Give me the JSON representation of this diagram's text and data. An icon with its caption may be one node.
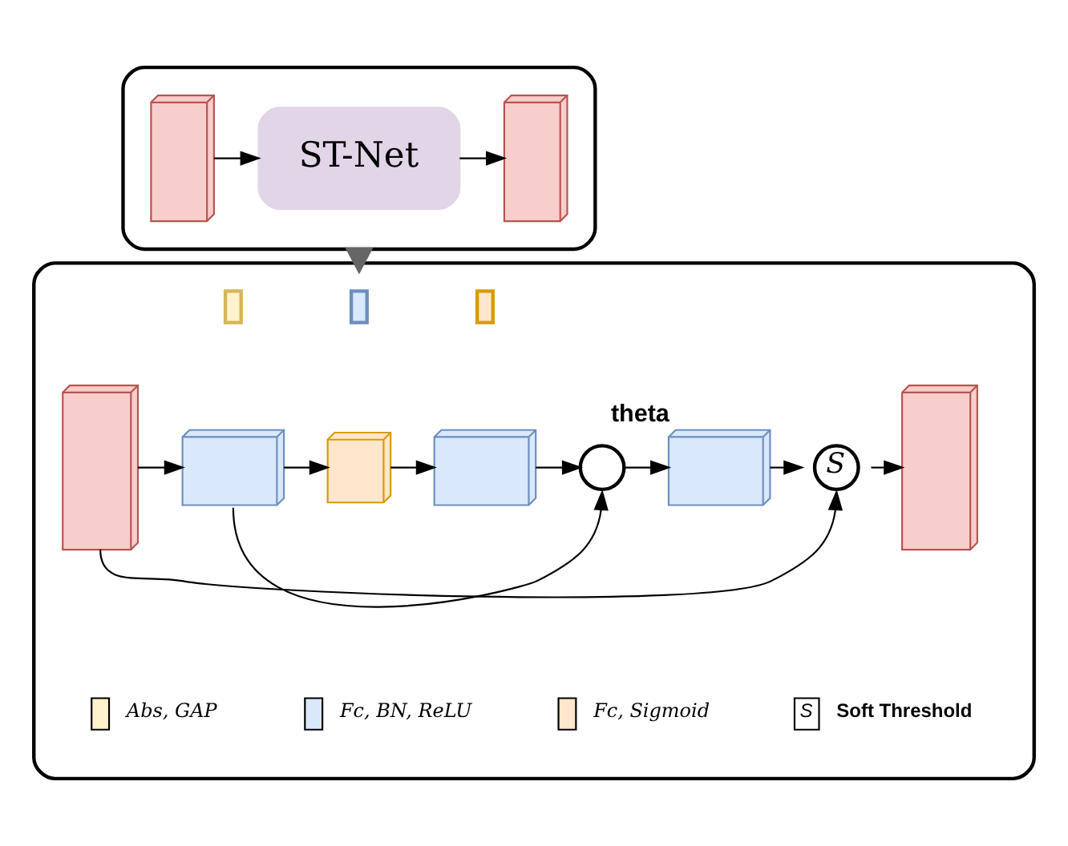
{
  "diagram": {
    "nodes": [
      {
        "text": [],
        "shape": "box"
      },
      {
        "text": [],
        "shape": "box",
        "in": 0
      },
      {
        "text": [
          "ST-Net"
        ],
        "in": 0
      },
      {
        "text": [],
        "shape": "box",
        "in": 0
      },
      {
        "text": [],
        "shape": "box"
      },
      {
        "text": [],
        "shape": "box",
        "in": 4
      },
      {
        "text": [],
        "shape": "bar",
        "in": 4
      },
      {
        "text": [],
        "shape": "box",
        "in": 4
      },
      {
        "text": [],
        "shape": "bar",
        "in": 4
      },
      {
        "text": [],
        "shape": "box",
        "in": 4
      },
      {
        "text": [],
        "shape": "bar",
        "in": 4
      },
      {
        "text": [],
        "shape": "box",
        "in": 4
      },
      {
        "text": [],
        "shape": "circle",
        "in": 4
      },
      {
        "text": [],
        "shape": "box",
        "in": 4,
        "beside": [
          "theta"
        ]
      },
      {
        "text": [
          "S"
        ],
        "in": 4
      },
      {
        "text": [],
        "shape": "box",
        "in": 4
      }
    ],
    "edges": [
      {
        "from": 1,
        "to": 2,
        "arrow": "to"
      },
      {
        "from": 2,
        "to": 3,
        "arrow": "to"
      },
      {
        "from": 0,
        "to": 4,
        "arrow": "to",
        "style": "thick",
        "color": "#666666"
      },
      {
        "from": 5,
        "to": 7,
        "arrow": "to"
      },
      {
        "from": 7,
        "to": 9,
        "arrow": "to"
      },
      {
        "from": 9,
        "to": 11,
        "arrow": "to"
      },
      {
        "from": 11,
        "to": 12,
        "arrow": "to"
      },
      {
        "from": 12,
        "to": 13,
        "arrow": "to"
      },
      {
        "from": 13,
        "to": 14,
        "arrow": "to"
      },
      {
        "from": 14,
        "to": 15,
        "arrow": "to"
      },
      {
        "from": 7,
        "to": 12,
        "arrow": "to"
      },
      {
        "from": 5,
        "to": 14,
        "arrow": "to"
      }
    ],
    "labels": [
      "S"
    ],
    "legend": [
      {
        "text": "Abs, GAP",
        "color": "#fff2cc"
      },
      {
        "text": "Fc, BN, ReLU",
        "color": "#dae8fc"
      },
      {
        "text": "Fc, Sigmoid",
        "color": "#ffe6cc"
      },
      {
        "text": "Soft Threshold"
      }
    ]
  }
}
